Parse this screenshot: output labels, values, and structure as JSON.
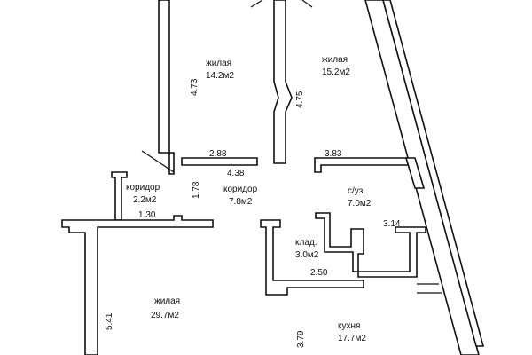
{
  "rooms": [
    {
      "id": "living-1",
      "name": "жилая",
      "area": "14.2м2"
    },
    {
      "id": "living-2",
      "name": "жилая",
      "area": "15.2м2"
    },
    {
      "id": "corridor-small",
      "name": "коридор",
      "area": "2.2м2"
    },
    {
      "id": "corridor-main",
      "name": "коридор",
      "area": "7.8м2"
    },
    {
      "id": "bathroom",
      "name": "с/уз.",
      "area": "7.0м2"
    },
    {
      "id": "storage",
      "name": "клад.",
      "area": "3.0м2"
    },
    {
      "id": "living-3",
      "name": "жилая",
      "area": "29.7м2"
    },
    {
      "id": "kitchen",
      "name": "кухня",
      "area": "17.7м2"
    }
  ],
  "dimensions": {
    "d473": "4.73",
    "d475": "4.75",
    "d288": "2.88",
    "d438": "4.38",
    "d383": "3.83",
    "d178": "1.78",
    "d130": "1.30",
    "d314": "3.14",
    "d250": "2.50",
    "d541": "5.41",
    "d379": "3.79"
  },
  "colors": {
    "line": "#111111",
    "background": "#ffffff"
  }
}
